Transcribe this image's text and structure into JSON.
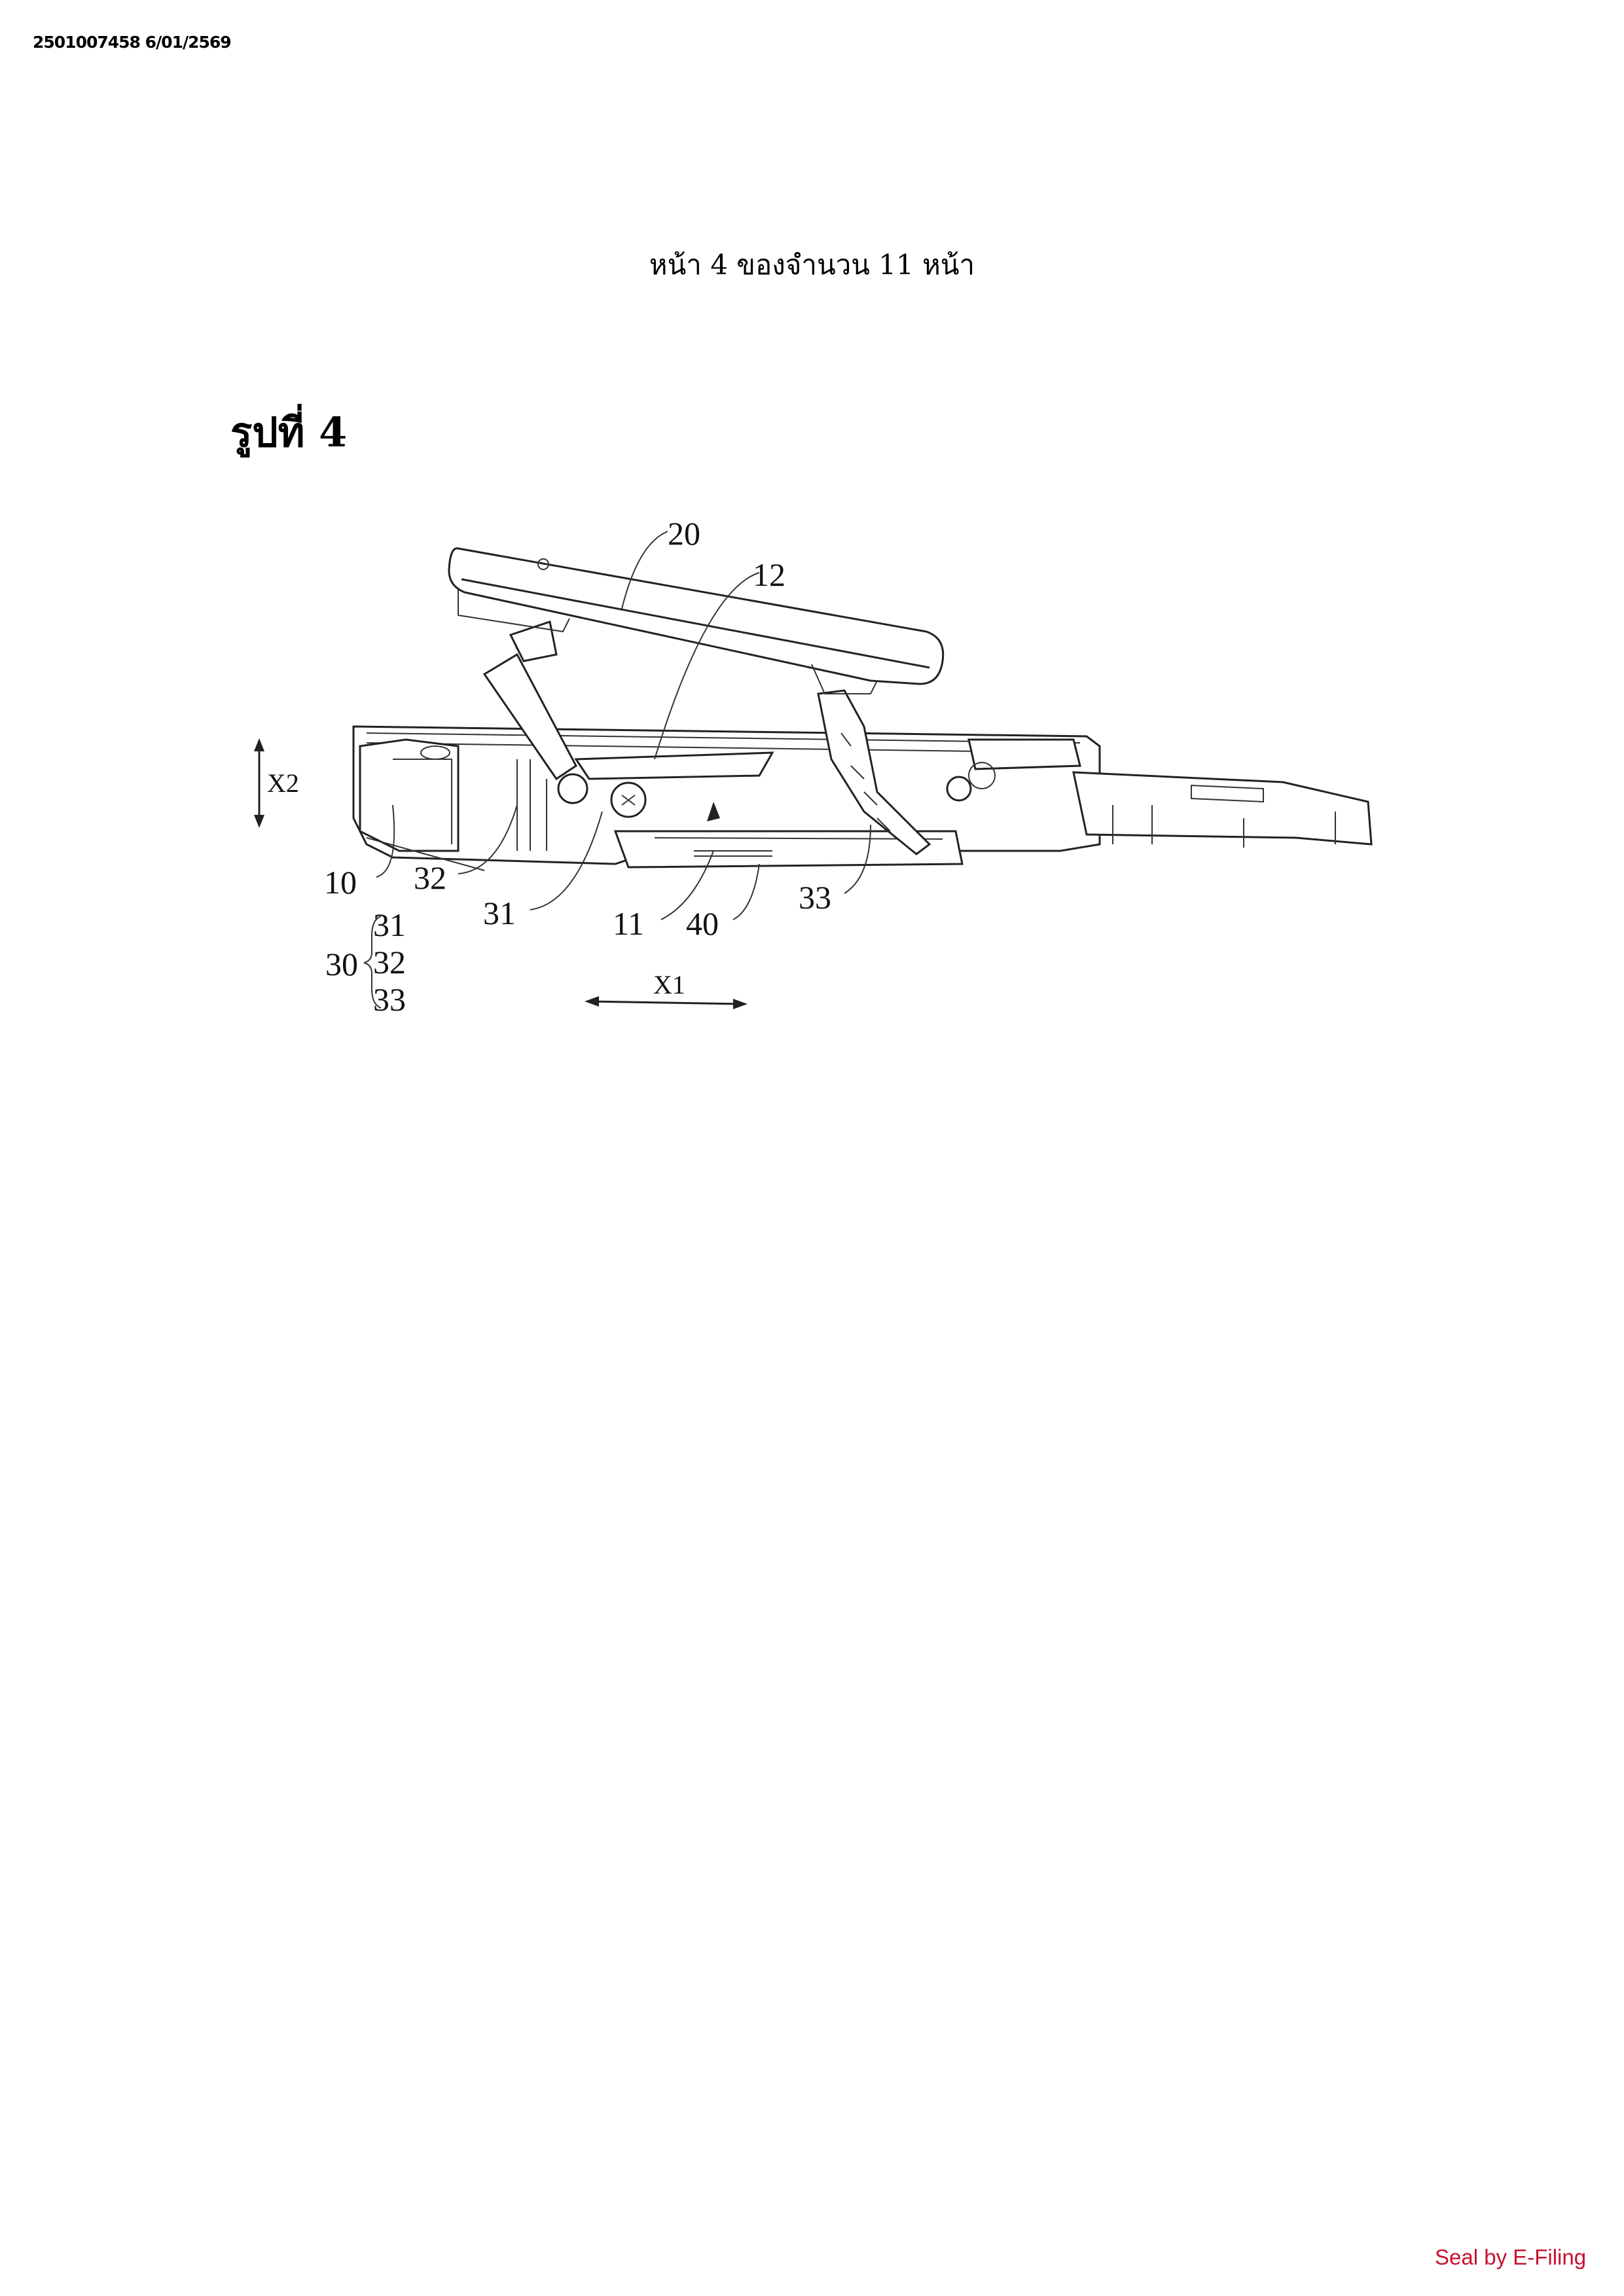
{
  "header_stamp": "2501007458 6/01/2569",
  "page_title": "หน้า 4 ของจำนวน 11 หน้า",
  "figure_title": "รูปที่ 4",
  "drawing": {
    "labels": {
      "l20": "20",
      "l12": "12",
      "lX2": "X2",
      "l10": "10",
      "l32": "32",
      "l31": "31",
      "l11": "11",
      "l40": "40",
      "l33": "33",
      "lX1": "X1",
      "group": {
        "name": "30",
        "items": [
          "31",
          "32",
          "33"
        ]
      }
    }
  },
  "footer_seal": "Seal by E-Filing",
  "colors": {
    "seal": "#c8102e"
  }
}
